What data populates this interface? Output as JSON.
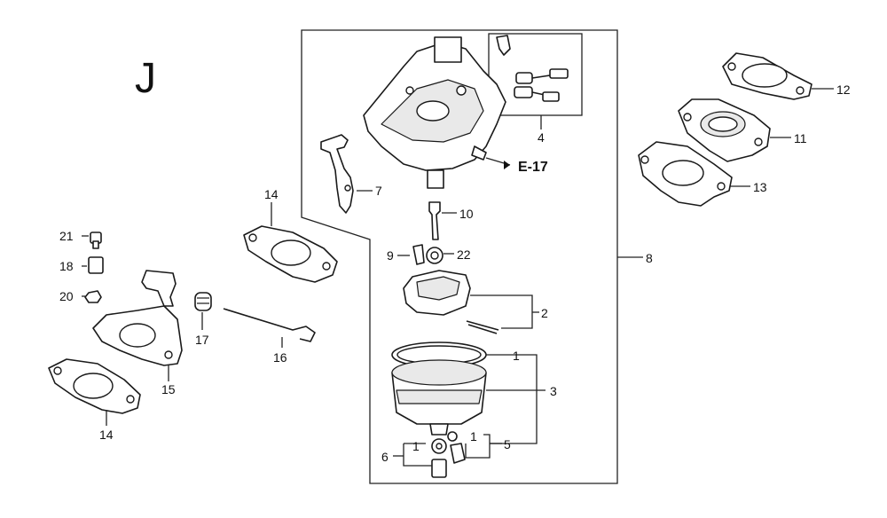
{
  "section_letter": "J",
  "reference": "E-17",
  "callouts": {
    "c1a": "1",
    "c1b": "1",
    "c1c": "1",
    "c2": "2",
    "c3": "3",
    "c4": "4",
    "c5": "5",
    "c6": "6",
    "c7": "7",
    "c8": "8",
    "c9": "9",
    "c10": "10",
    "c11": "11",
    "c12": "12",
    "c13": "13",
    "c14a": "14",
    "c14b": "14",
    "c15": "15",
    "c16": "16",
    "c17": "17",
    "c18": "18",
    "c20": "20",
    "c21": "21",
    "c22": "22"
  }
}
